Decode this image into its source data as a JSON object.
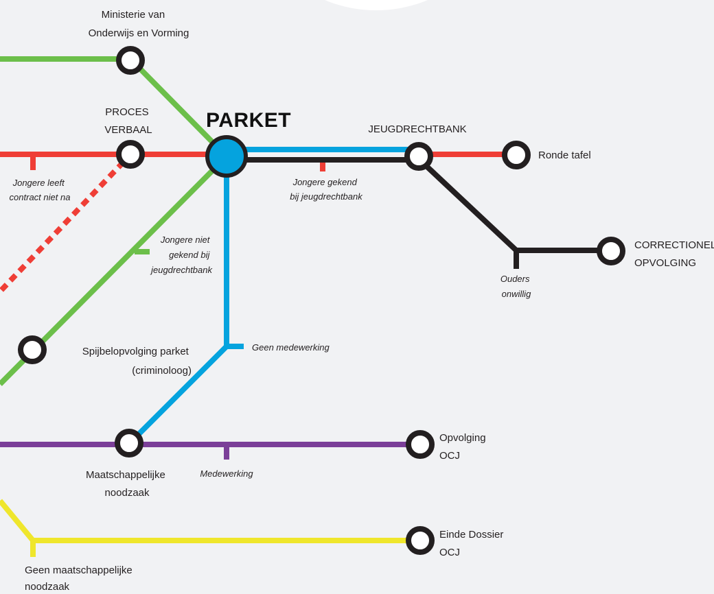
{
  "colors": {
    "background": "#f1f2f4",
    "green": "#6cbf4a",
    "red": "#ef3e36",
    "blue": "#05a3de",
    "black": "#231f20",
    "purple": "#7b3f98",
    "yellow": "#efe62c"
  },
  "hub": {
    "label": "PARKET"
  },
  "stations": {
    "ministerie": [
      "Ministerie van",
      "Onderwijs en Vorming"
    ],
    "proces_verbaal": [
      "PROCES",
      "VERBAAL"
    ],
    "jeugdrechtbank": [
      "JEUGDRECHTBANK"
    ],
    "ronde_tafel": [
      "Ronde tafel"
    ],
    "correctionele": [
      "CORRECTIONELE",
      "OPVOLGING"
    ],
    "spijbelopvolging": [
      "Spijbelopvolging parket",
      "(criminoloog)"
    ],
    "maatschappelijke": [
      "Maatschappelijke",
      "noodzaak"
    ],
    "opvolging_ocj": [
      "Opvolging",
      "OCJ"
    ],
    "einde_dossier": [
      "Einde Dossier",
      "OCJ"
    ]
  },
  "annotations": {
    "contract": [
      "Jongere leeft",
      "contract niet na"
    ],
    "gekend": [
      "Jongere gekend",
      "bij jeugdrechtbank"
    ],
    "niet_gekend": [
      "Jongere niet",
      "gekend bij",
      "jeugdrechtbank"
    ],
    "ouders": [
      "Ouders",
      "onwillig"
    ],
    "geen_medewerking": [
      "Geen medewerking"
    ],
    "medewerking": [
      "Medewerking"
    ],
    "geen_noodzaak": [
      "Geen maatschappelijke",
      "noodzaak"
    ]
  }
}
